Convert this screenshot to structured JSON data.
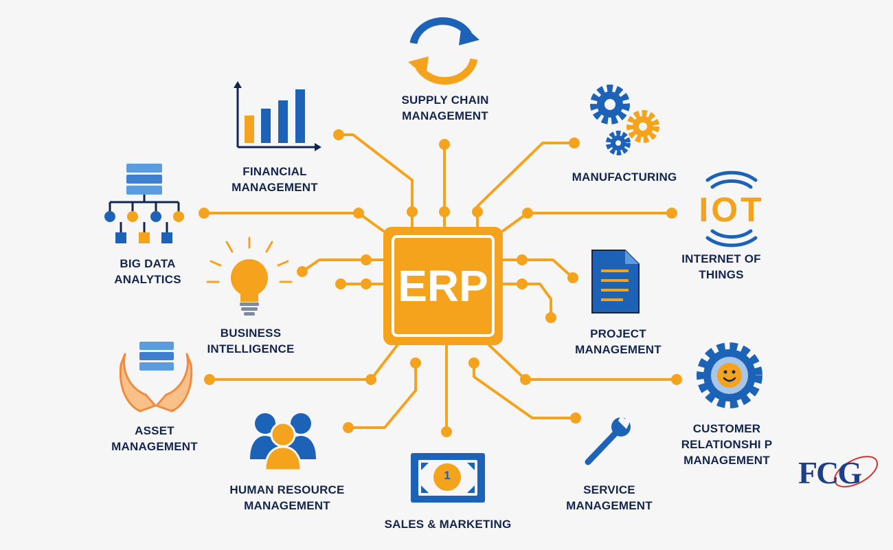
{
  "center": {
    "label": "ERP"
  },
  "modules": [
    {
      "id": "supply-chain",
      "lines": [
        "SUPPLY CHAIN",
        "MANAGEMENT"
      ]
    },
    {
      "id": "financial",
      "lines": [
        "FINANCIAL",
        "MANAGEMENT"
      ]
    },
    {
      "id": "manufacturing",
      "lines": [
        "MANUFACTURING"
      ]
    },
    {
      "id": "big-data",
      "lines": [
        "BIG DATA",
        "ANALYTICS"
      ]
    },
    {
      "id": "iot",
      "lines": [
        "INTERNET OF",
        "THINGS"
      ]
    },
    {
      "id": "business-intelligence",
      "lines": [
        "BUSINESS",
        "INTELLIGENCE"
      ]
    },
    {
      "id": "project",
      "lines": [
        "PROJECT",
        "MANAGEMENT"
      ]
    },
    {
      "id": "asset",
      "lines": [
        "ASSET",
        "MANAGEMENT"
      ]
    },
    {
      "id": "crm",
      "lines": [
        "CUSTOMER",
        "RELATIONSHI P",
        "MANAGEMENT"
      ]
    },
    {
      "id": "hr",
      "lines": [
        "HUMAN RESOURCE",
        "MANAGEMENT"
      ]
    },
    {
      "id": "sales",
      "lines": [
        "SALES & MARKETING"
      ]
    },
    {
      "id": "service",
      "lines": [
        "SERVICE",
        "MANAGEMENT"
      ]
    }
  ],
  "icons": {
    "iot_text": "IOT",
    "coin_text": "1"
  },
  "logo": {
    "text": "FCG"
  },
  "colors": {
    "orange": "#f5a21c",
    "blue": "#1c63b7",
    "navy": "#14254d",
    "background": "#f6f6f7"
  }
}
